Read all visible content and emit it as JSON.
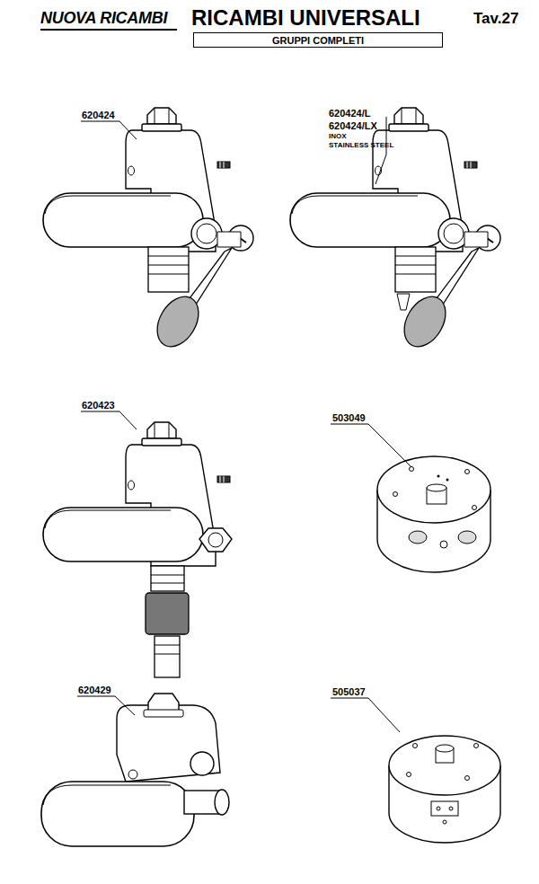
{
  "diagram": {
    "title": "RICAMBI UNIVERSALI",
    "nodes": [
      {
        "text": [
          "GRUPPI COMPLETI"
        ]
      }
    ],
    "edges": [],
    "labels": [
      "NUOVA RICAMBI",
      "Tav.27",
      "620424",
      "620424/L",
      "620424/LX",
      "INOX",
      "STAINLESS STEEL",
      "620423",
      "503049",
      "620429",
      "505037"
    ]
  }
}
